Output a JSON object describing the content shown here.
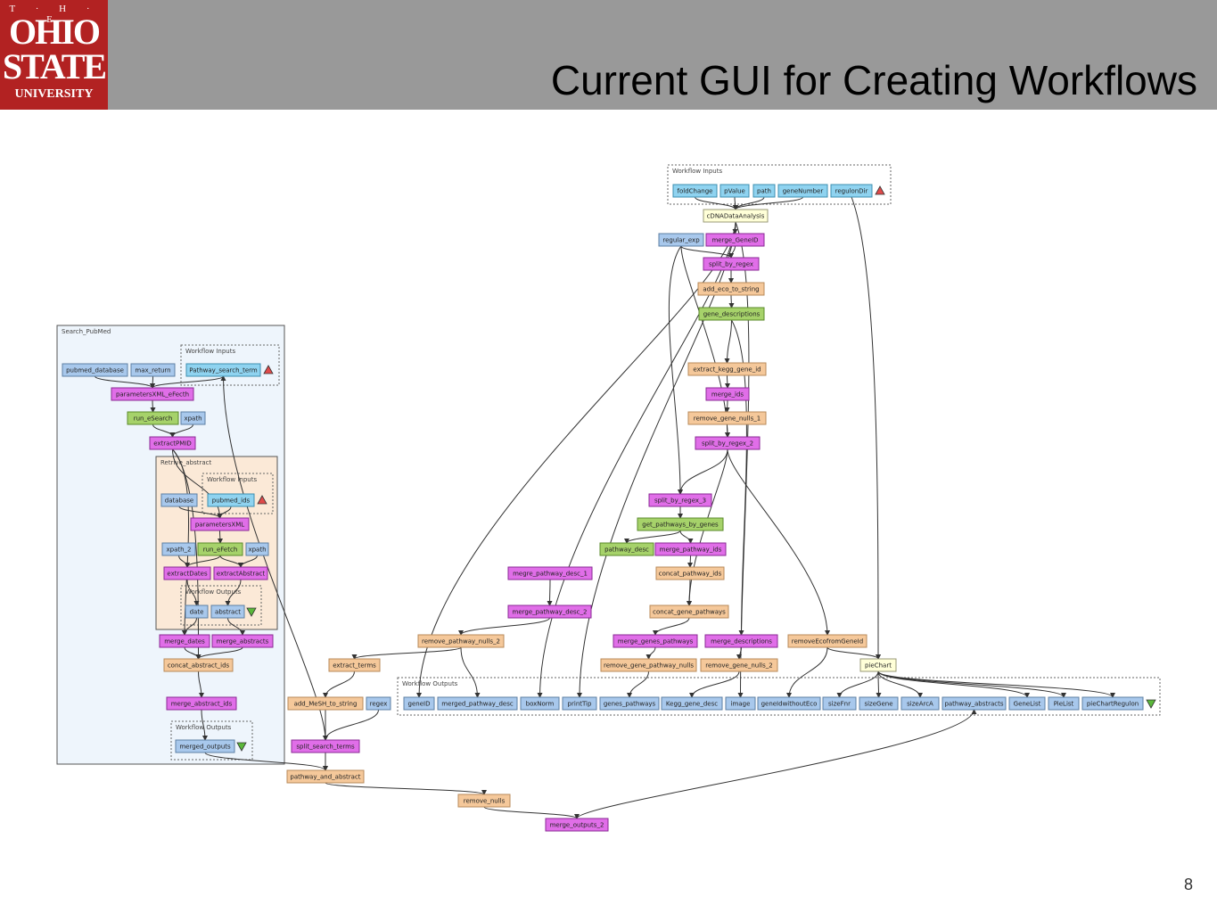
{
  "header": {
    "logo": {
      "line1": "T · H · E",
      "line2": "OHIO",
      "line3": "STATE",
      "line4": "UNIVERSITY"
    },
    "title": "Current GUI for Creating Workflows"
  },
  "page_number": "8",
  "colors": {
    "blue": "#a8c8ec",
    "cyan": "#8fd3f0",
    "magenta": "#e06ee8",
    "green": "#a6d26a",
    "peach": "#f5c89a",
    "yellow": "#ffffd8",
    "header": "#999999",
    "logo": "#b22222"
  },
  "groups": [
    {
      "id": "search",
      "label": "Search_PubMed"
    },
    {
      "id": "swi",
      "label": "Workflow Inputs"
    },
    {
      "id": "retrieve",
      "label": "Retrive_abstract"
    },
    {
      "id": "rwi",
      "label": "Workflow Inputs"
    },
    {
      "id": "rwo",
      "label": "Workflow Outputs"
    },
    {
      "id": "swo",
      "label": "Workflow Outputs"
    },
    {
      "id": "topwi",
      "label": "Workflow Inputs"
    },
    {
      "id": "bottomwo",
      "label": "Workflow Outputs"
    }
  ],
  "nodes": [
    {
      "id": "pubmed_database",
      "label": "pubmed_database",
      "kind": "blue"
    },
    {
      "id": "max_return",
      "label": "max_return",
      "kind": "blue"
    },
    {
      "id": "Pathway_search_term",
      "label": "Pathway_search_term",
      "kind": "cyan"
    },
    {
      "id": "parametersXML_eFecth",
      "label": "parametersXML_eFecth",
      "kind": "magenta"
    },
    {
      "id": "run_eSearch",
      "label": "run_eSearch",
      "kind": "green"
    },
    {
      "id": "xpath_s",
      "label": "xpath",
      "kind": "blue"
    },
    {
      "id": "extractPMID",
      "label": "extractPMID",
      "kind": "magenta"
    },
    {
      "id": "database",
      "label": "database",
      "kind": "blue"
    },
    {
      "id": "pubmed_ids",
      "label": "pubmed_ids",
      "kind": "cyan"
    },
    {
      "id": "parametersXML",
      "label": "parametersXML",
      "kind": "magenta"
    },
    {
      "id": "xpath_2",
      "label": "xpath_2",
      "kind": "blue"
    },
    {
      "id": "run_eFetch",
      "label": "run_eFetch",
      "kind": "green"
    },
    {
      "id": "xpath_r",
      "label": "xpath",
      "kind": "blue"
    },
    {
      "id": "extractDates",
      "label": "extractDates",
      "kind": "magenta"
    },
    {
      "id": "extractAbstract",
      "label": "extractAbstract",
      "kind": "magenta"
    },
    {
      "id": "date",
      "label": "date",
      "kind": "blue"
    },
    {
      "id": "abstract",
      "label": "abstract",
      "kind": "blue"
    },
    {
      "id": "merge_dates",
      "label": "merge_dates",
      "kind": "magenta"
    },
    {
      "id": "merge_abstracts",
      "label": "merge_abstracts",
      "kind": "magenta"
    },
    {
      "id": "concat_abstract_ids",
      "label": "concat_abstract_ids",
      "kind": "peach"
    },
    {
      "id": "merge_abstract_ids",
      "label": "merge_abstract_ids",
      "kind": "magenta"
    },
    {
      "id": "merged_outputs",
      "label": "merged_outputs",
      "kind": "blue"
    },
    {
      "id": "foldChange",
      "label": "foldChange",
      "kind": "cyan"
    },
    {
      "id": "pValue",
      "label": "pValue",
      "kind": "cyan"
    },
    {
      "id": "path",
      "label": "path",
      "kind": "cyan"
    },
    {
      "id": "geneNumber",
      "label": "geneNumber",
      "kind": "cyan"
    },
    {
      "id": "regulonDir",
      "label": "regulonDir",
      "kind": "cyan"
    },
    {
      "id": "cDNADataAnalysis",
      "label": "cDNADataAnalysis",
      "kind": "yellow"
    },
    {
      "id": "regular_exp",
      "label": "regular_exp",
      "kind": "blue"
    },
    {
      "id": "merge_GeneID",
      "label": "merge_GeneID",
      "kind": "magenta"
    },
    {
      "id": "split_by_regex",
      "label": "split_by_regex",
      "kind": "magenta"
    },
    {
      "id": "add_eco_to_string",
      "label": "add_eco_to_string",
      "kind": "peach"
    },
    {
      "id": "gene_descriptions",
      "label": "gene_descriptions",
      "kind": "green"
    },
    {
      "id": "extract_kegg_gene_id",
      "label": "extract_kegg_gene_id",
      "kind": "peach"
    },
    {
      "id": "merge_ids",
      "label": "merge_ids",
      "kind": "magenta"
    },
    {
      "id": "remove_gene_nulls_1",
      "label": "remove_gene_nulls_1",
      "kind": "peach"
    },
    {
      "id": "split_by_regex_2",
      "label": "split_by_regex_2",
      "kind": "magenta"
    },
    {
      "id": "split_by_regex_3",
      "label": "split_by_regex_3",
      "kind": "magenta"
    },
    {
      "id": "get_pathways_by_genes",
      "label": "get_pathways_by_genes",
      "kind": "green"
    },
    {
      "id": "pathway_desc",
      "label": "pathway_desc",
      "kind": "green"
    },
    {
      "id": "merge_pathway_ids",
      "label": "merge_pathway_ids",
      "kind": "magenta"
    },
    {
      "id": "megre_pathway_desc_1",
      "label": "megre_pathway_desc_1",
      "kind": "magenta"
    },
    {
      "id": "concat_pathway_ids",
      "label": "concat_pathway_ids",
      "kind": "peach"
    },
    {
      "id": "merge_pathway_desc_2",
      "label": "merge_pathway_desc_2",
      "kind": "magenta"
    },
    {
      "id": "concat_gene_pathways",
      "label": "concat_gene_pathways",
      "kind": "peach"
    },
    {
      "id": "remove_pathway_nulls_2",
      "label": "remove_pathway_nulls_2",
      "kind": "peach"
    },
    {
      "id": "merge_genes_pathways",
      "label": "merge_genes_pathways",
      "kind": "magenta"
    },
    {
      "id": "merge_descriptions",
      "label": "merge_descriptions",
      "kind": "magenta"
    },
    {
      "id": "removeEcofromGeneId",
      "label": "removeEcofromGeneId",
      "kind": "peach"
    },
    {
      "id": "extract_terms",
      "label": "extract_terms",
      "kind": "peach"
    },
    {
      "id": "remove_gene_pathway_nulls",
      "label": "remove_gene_pathway_nulls",
      "kind": "peach"
    },
    {
      "id": "remove_gene_nulls_2",
      "label": "remove_gene_nulls_2",
      "kind": "peach"
    },
    {
      "id": "pieChart",
      "label": "pieChart",
      "kind": "yellow"
    },
    {
      "id": "add_MeSH_to_string",
      "label": "add_MeSH_to_string",
      "kind": "peach"
    },
    {
      "id": "regex",
      "label": "regex",
      "kind": "blue"
    },
    {
      "id": "geneID",
      "label": "geneID",
      "kind": "blue"
    },
    {
      "id": "merged_pathway_desc",
      "label": "merged_pathway_desc",
      "kind": "blue"
    },
    {
      "id": "boxNorm",
      "label": "boxNorm",
      "kind": "blue"
    },
    {
      "id": "printTip",
      "label": "printTip",
      "kind": "blue"
    },
    {
      "id": "genes_pathways",
      "label": "genes_pathways",
      "kind": "blue"
    },
    {
      "id": "Kegg_gene_desc",
      "label": "Kegg_gene_desc",
      "kind": "blue"
    },
    {
      "id": "image",
      "label": "image",
      "kind": "blue"
    },
    {
      "id": "geneIdwithoutEco",
      "label": "geneIdwithoutEco",
      "kind": "blue"
    },
    {
      "id": "sizeFnr",
      "label": "sizeFnr",
      "kind": "blue"
    },
    {
      "id": "sizeGene",
      "label": "sizeGene",
      "kind": "blue"
    },
    {
      "id": "sizeArcA",
      "label": "sizeArcA",
      "kind": "blue"
    },
    {
      "id": "pathway_abstracts",
      "label": "pathway_abstracts",
      "kind": "blue"
    },
    {
      "id": "GeneList",
      "label": "GeneList",
      "kind": "blue"
    },
    {
      "id": "PieList",
      "label": "PieList",
      "kind": "blue"
    },
    {
      "id": "pieChartRegulon",
      "label": "pieChartRegulon",
      "kind": "blue"
    },
    {
      "id": "split_search_terms",
      "label": "split_search_terms",
      "kind": "magenta"
    },
    {
      "id": "pathway_and_abstract",
      "label": "pathway_and_abstract",
      "kind": "peach"
    },
    {
      "id": "remove_nulls",
      "label": "remove_nulls",
      "kind": "peach"
    },
    {
      "id": "merge_outputs_2",
      "label": "merge_outputs_2",
      "kind": "magenta"
    }
  ],
  "edges": [
    [
      "pubmed_database",
      "parametersXML_eFecth"
    ],
    [
      "max_return",
      "parametersXML_eFecth"
    ],
    [
      "Pathway_search_term",
      "parametersXML_eFecth"
    ],
    [
      "parametersXML_eFecth",
      "run_eSearch"
    ],
    [
      "run_eSearch",
      "extractPMID"
    ],
    [
      "xpath_s",
      "extractPMID"
    ],
    [
      "extractPMID",
      "parametersXML"
    ],
    [
      "database",
      "parametersXML"
    ],
    [
      "pubmed_ids",
      "parametersXML"
    ],
    [
      "parametersXML",
      "run_eFetch"
    ],
    [
      "run_eFetch",
      "extractDates"
    ],
    [
      "run_eFetch",
      "extractAbstract"
    ],
    [
      "xpath_2",
      "extractDates"
    ],
    [
      "xpath_r",
      "extractAbstract"
    ],
    [
      "extractDates",
      "date"
    ],
    [
      "extractAbstract",
      "abstract"
    ],
    [
      "extractPMID",
      "merge_dates"
    ],
    [
      "date",
      "merge_dates"
    ],
    [
      "abstract",
      "merge_abstracts"
    ],
    [
      "extractPMID",
      "concat_abstract_ids"
    ],
    [
      "merge_dates",
      "concat_abstract_ids"
    ],
    [
      "merge_abstracts",
      "concat_abstract_ids"
    ],
    [
      "concat_abstract_ids",
      "merge_abstract_ids"
    ],
    [
      "merge_abstract_ids",
      "merged_outputs"
    ],
    [
      "foldChange",
      "cDNADataAnalysis"
    ],
    [
      "pValue",
      "cDNADataAnalysis"
    ],
    [
      "path",
      "cDNADataAnalysis"
    ],
    [
      "geneNumber",
      "cDNADataAnalysis"
    ],
    [
      "cDNADataAnalysis",
      "merge_GeneID"
    ],
    [
      "regular_exp",
      "split_by_regex"
    ],
    [
      "merge_GeneID",
      "split_by_regex"
    ],
    [
      "split_by_regex",
      "add_eco_to_string"
    ],
    [
      "add_eco_to_string",
      "gene_descriptions"
    ],
    [
      "gene_descriptions",
      "extract_kegg_gene_id"
    ],
    [
      "extract_kegg_gene_id",
      "merge_ids"
    ],
    [
      "merge_ids",
      "remove_gene_nulls_1"
    ],
    [
      "remove_gene_nulls_1",
      "split_by_regex_2"
    ],
    [
      "regular_exp",
      "split_by_regex_2"
    ],
    [
      "split_by_regex_2",
      "split_by_regex_3"
    ],
    [
      "regular_exp",
      "split_by_regex_3"
    ],
    [
      "split_by_regex_3",
      "get_pathways_by_genes"
    ],
    [
      "get_pathways_by_genes",
      "pathway_desc"
    ],
    [
      "get_pathways_by_genes",
      "merge_pathway_ids"
    ],
    [
      "merge_pathway_ids",
      "concat_pathway_ids"
    ],
    [
      "concat_pathway_ids",
      "concat_gene_pathways"
    ],
    [
      "split_by_regex_2",
      "concat_gene_pathways"
    ],
    [
      "concat_gene_pathways",
      "merge_genes_pathways"
    ],
    [
      "merge_genes_pathways",
      "remove_gene_pathway_nulls"
    ],
    [
      "megre_pathway_desc_1",
      "merge_pathway_desc_2"
    ],
    [
      "merge_pathway_desc_2",
      "remove_pathway_nulls_2"
    ],
    [
      "gene_descriptions",
      "merge_descriptions"
    ],
    [
      "merge_descriptions",
      "remove_gene_nulls_2"
    ],
    [
      "split_by_regex_2",
      "removeEcofromGeneId"
    ],
    [
      "removeEcofromGeneId",
      "pieChart"
    ],
    [
      "regulonDir",
      "pieChart"
    ],
    [
      "remove_pathway_nulls_2",
      "extract_terms"
    ],
    [
      "extract_terms",
      "add_MeSH_to_string"
    ],
    [
      "add_MeSH_to_string",
      "split_search_terms"
    ],
    [
      "regex",
      "split_search_terms"
    ],
    [
      "split_search_terms",
      "pathway_and_abstract"
    ],
    [
      "merged_outputs",
      "pathway_and_abstract"
    ],
    [
      "pathway_and_abstract",
      "remove_nulls"
    ],
    [
      "remove_nulls",
      "merge_outputs_2"
    ],
    [
      "merge_outputs_2",
      "pathway_abstracts"
    ],
    [
      "remove_pathway_nulls_2",
      "merged_pathway_desc"
    ],
    [
      "remove_gene_pathway_nulls",
      "genes_pathways"
    ],
    [
      "remove_gene_nulls_2",
      "Kegg_gene_desc"
    ],
    [
      "removeEcofromGeneId",
      "geneIdwithoutEco"
    ],
    [
      "cDNADataAnalysis",
      "geneID"
    ],
    [
      "cDNADataAnalysis",
      "boxNorm"
    ],
    [
      "cDNADataAnalysis",
      "printTip"
    ],
    [
      "cDNADataAnalysis",
      "image"
    ],
    [
      "pieChart",
      "sizeFnr"
    ],
    [
      "pieChart",
      "sizeGene"
    ],
    [
      "pieChart",
      "sizeArcA"
    ],
    [
      "pieChart",
      "GeneList"
    ],
    [
      "pieChart",
      "PieList"
    ],
    [
      "pieChart",
      "pieChartRegulon"
    ],
    [
      "split_search_terms",
      "Pathway_search_term"
    ]
  ]
}
